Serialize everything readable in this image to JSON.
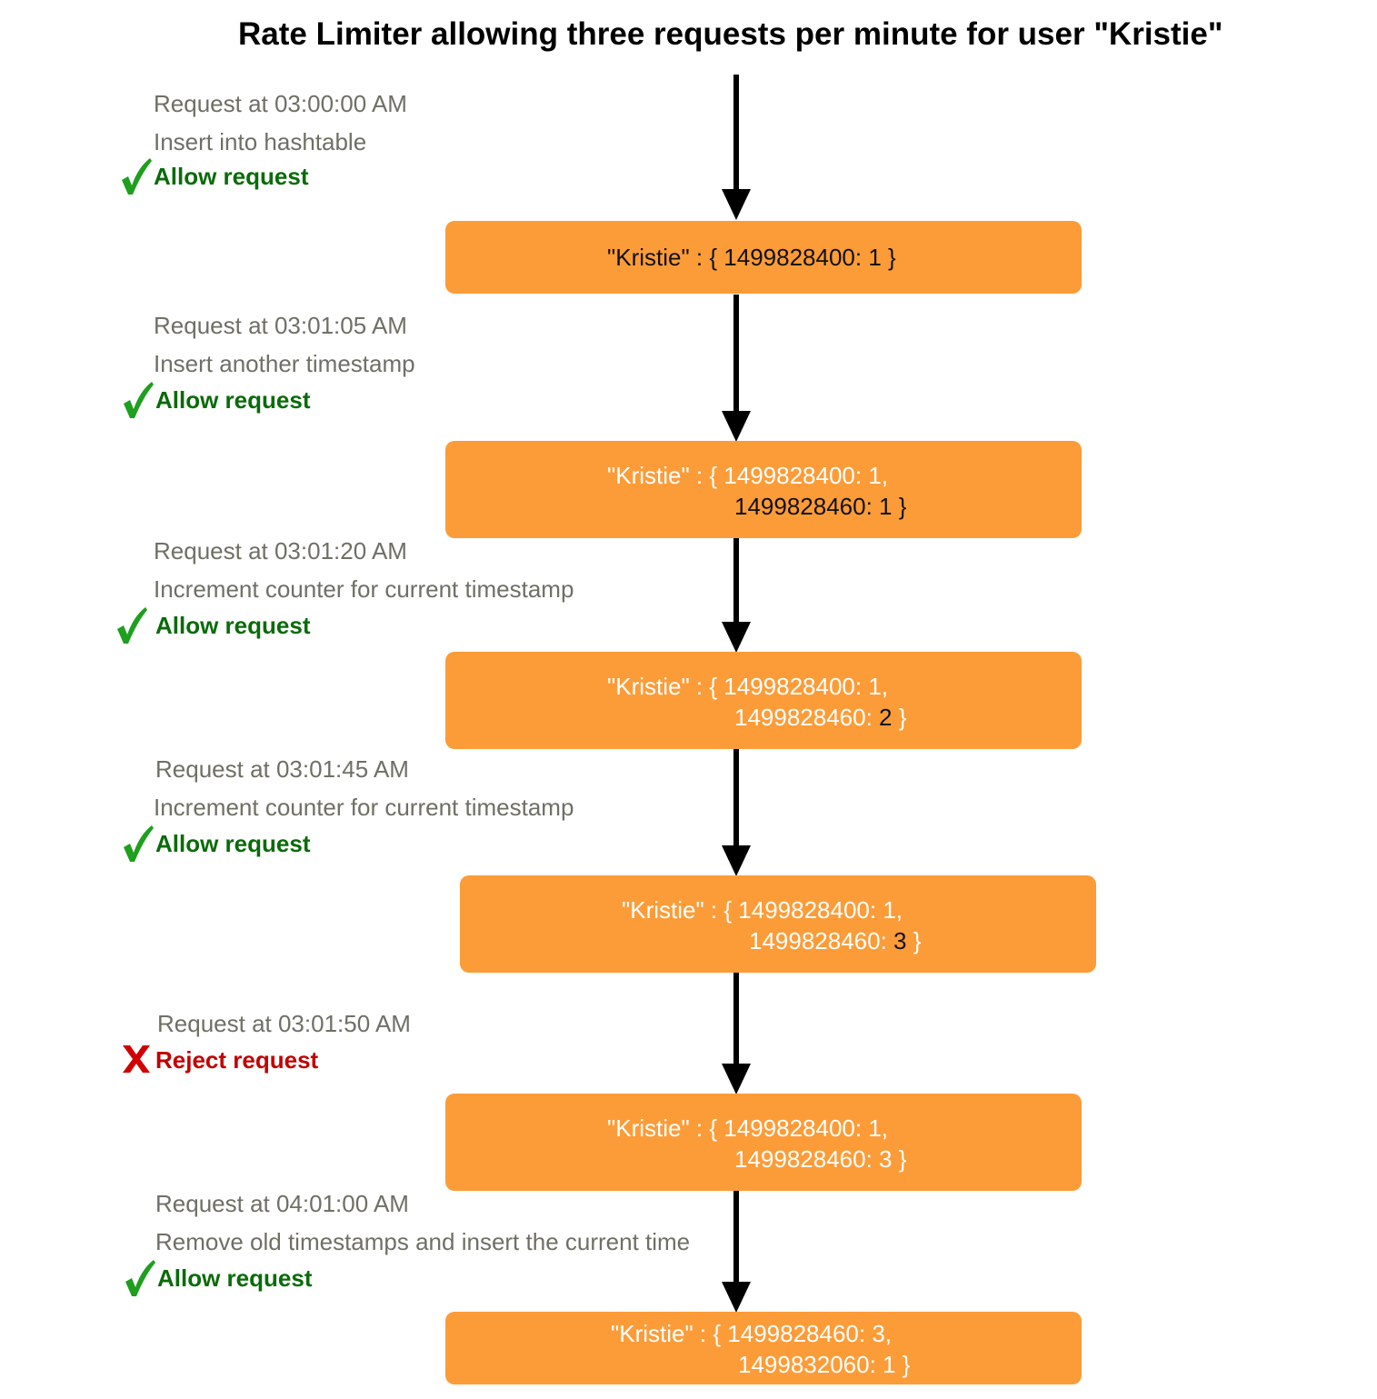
{
  "title": "Rate Limiter allowing three requests per minute for user \"Kristie\"",
  "colors": {
    "box_fill": "#fc9c38",
    "allow_text": "#0a6b0a",
    "check_icon": "#1e9f1e",
    "reject_text": "#c30000",
    "reject_icon": "#d10000",
    "note_text": "#6f6f66",
    "arrow": "#000000"
  },
  "steps": [
    {
      "request": "Request at 03:00:00 AM",
      "action": "Insert into hashtable",
      "decision": "Allow request",
      "decision_icon": "check-icon",
      "state": {
        "key": "\"Kristie\" : { ",
        "line1": "1499828400: 1 }",
        "line2": ""
      }
    },
    {
      "request": "Request at 03:01:05 AM",
      "action": "Insert another timestamp",
      "decision": "Allow request",
      "decision_icon": "check-icon",
      "state": {
        "key": "\"Kristie\" : { ",
        "line1": "1499828400: 1,",
        "line2": "1499828460: 1 }"
      }
    },
    {
      "request": "Request at 03:01:20 AM",
      "action": "Increment counter for current timestamp",
      "decision": "Allow request",
      "decision_icon": "check-icon",
      "state": {
        "key": "\"Kristie\" : { ",
        "line1": "1499828400: 1,",
        "line2_prefix": "1499828460: ",
        "line2_value": "2",
        "line2_suffix": " }"
      }
    },
    {
      "request": "Request at 03:01:45 AM",
      "action": "Increment counter for current timestamp",
      "decision": "Allow request",
      "decision_icon": "check-icon",
      "state": {
        "key": "\"Kristie\" : { ",
        "line1": "1499828400: 1,",
        "line2_prefix": "1499828460: ",
        "line2_value": "3",
        "line2_suffix": " }"
      }
    },
    {
      "request": "Request at 03:01:50 AM",
      "action": "",
      "decision": "Reject request",
      "decision_icon": "x-mark-icon",
      "state": {
        "key": "\"Kristie\" : { ",
        "line1": "1499828400: 1,",
        "line2": "1499828460: 3 }"
      }
    },
    {
      "request": "Request at 04:01:00 AM",
      "action": "Remove old timestamps and insert the current time",
      "decision": "Allow request",
      "decision_icon": "check-icon",
      "state": {
        "key": "\"Kristie\" : { ",
        "line1": "1499828460: 3,",
        "line2": "1499832060: 1 }"
      }
    }
  ]
}
